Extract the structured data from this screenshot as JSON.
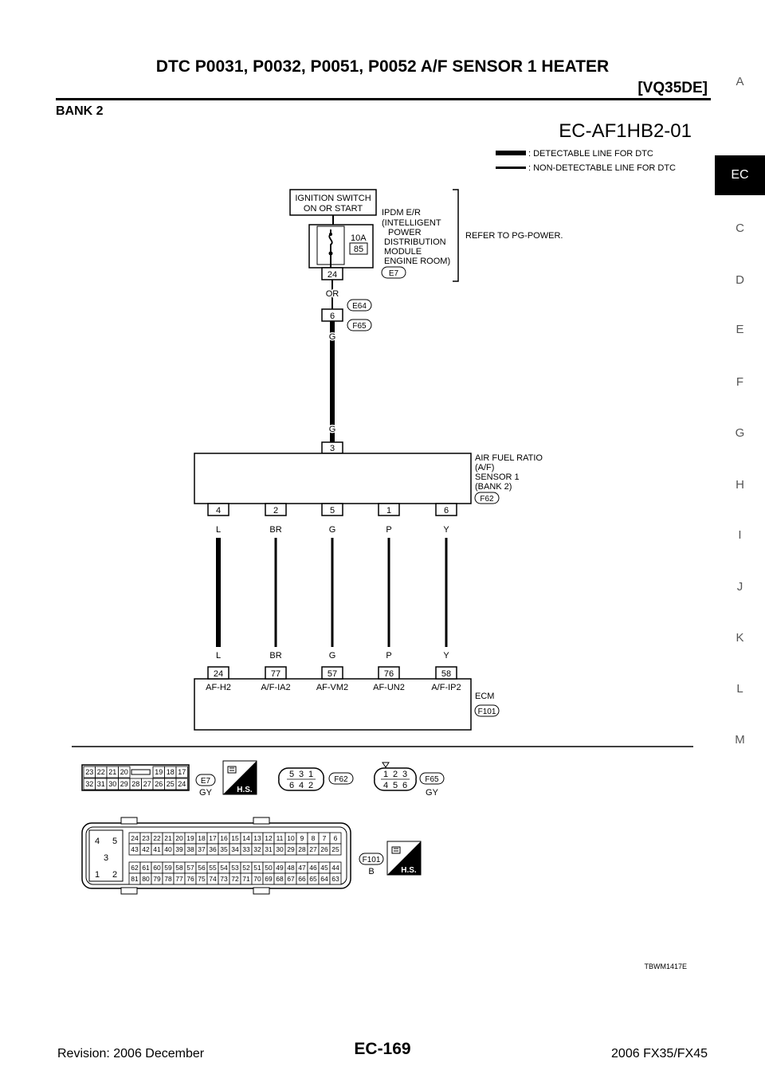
{
  "header": {
    "title": "DTC P0031, P0032, P0051, P0052 A/F SENSOR 1 HEATER",
    "engine": "[VQ35DE]"
  },
  "section": "BANK 2",
  "side_index": {
    "items": [
      "A",
      "EC",
      "C",
      "D",
      "E",
      "F",
      "G",
      "H",
      "I",
      "J",
      "K",
      "L",
      "M"
    ],
    "active": "EC"
  },
  "diagram": {
    "id": "EC-AF1HB2-01",
    "legend": {
      "detectable": ": DETECTABLE LINE FOR DTC",
      "non_detectable": ": NON-DETECTABLE LINE FOR DTC"
    },
    "ign_switch": [
      "IGNITION SWITCH",
      "ON OR START"
    ],
    "fuse": {
      "rating": "10A",
      "number": "85"
    },
    "ipdm": [
      "IPDM E/R",
      "(INTELLIGENT",
      "POWER",
      "DISTRIBUTION",
      "MODULE",
      "ENGINE ROOM)"
    ],
    "refer": "REFER TO PG-POWER.",
    "ipdm_pin": "24",
    "ipdm_conn": "E7",
    "wire_or": "OR",
    "joint_pin": "6",
    "joint_conn_top": "E64",
    "joint_conn_bottom": "F65",
    "wire_g_upper": "G",
    "wire_g_lower": "G",
    "sensor_top_pin": "3",
    "sensor": [
      "AIR FUEL RATIO",
      "(A/F)",
      "SENSOR 1",
      "(BANK 2)"
    ],
    "sensor_conn": "F62",
    "sensor_pins": [
      "4",
      "2",
      "5",
      "1",
      "6"
    ],
    "wire_colors": [
      "L",
      "BR",
      "G",
      "P",
      "Y"
    ],
    "ecm_pins": [
      "24",
      "77",
      "57",
      "76",
      "58"
    ],
    "ecm_terms": [
      "AF-H2",
      "A/F-IA2",
      "AF-VM2",
      "AF-UN2",
      "A/F-IP2"
    ],
    "ecm": "ECM",
    "ecm_conn": "F101"
  },
  "connectors": {
    "e7": {
      "row1": [
        "23",
        "22",
        "21",
        "20",
        "",
        "19",
        "18",
        "17"
      ],
      "row2": [
        "32",
        "31",
        "30",
        "29",
        "28",
        "27",
        "26",
        "25",
        "24"
      ],
      "label": "E7",
      "color": "GY"
    },
    "hs": "H.S.",
    "f62": {
      "row1": [
        "5",
        "3",
        "1"
      ],
      "row2": [
        "6",
        "4",
        "2"
      ],
      "label": "F62"
    },
    "f65": {
      "row1": [
        "1",
        "2",
        "3"
      ],
      "row2": [
        "4",
        "5",
        "6"
      ],
      "label": "F65",
      "color": "GY"
    },
    "f101": {
      "left": [
        "4",
        "5",
        "3",
        "1",
        "2"
      ],
      "r1": [
        "24",
        "23",
        "22",
        "21",
        "20",
        "19",
        "18",
        "17",
        "16",
        "15",
        "14",
        "13",
        "12",
        "11",
        "10",
        "9",
        "8",
        "7",
        "6"
      ],
      "r2": [
        "43",
        "42",
        "41",
        "40",
        "39",
        "38",
        "37",
        "36",
        "35",
        "34",
        "33",
        "32",
        "31",
        "30",
        "29",
        "28",
        "27",
        "26",
        "25"
      ],
      "r3": [
        "62",
        "61",
        "60",
        "59",
        "58",
        "57",
        "56",
        "55",
        "54",
        "53",
        "52",
        "51",
        "50",
        "49",
        "48",
        "47",
        "46",
        "45",
        "44"
      ],
      "r4": [
        "81",
        "80",
        "79",
        "78",
        "77",
        "76",
        "75",
        "74",
        "73",
        "72",
        "71",
        "70",
        "69",
        "68",
        "67",
        "66",
        "65",
        "64",
        "63"
      ],
      "label": "F101",
      "color": "B"
    }
  },
  "ref_code": "TBWM1417E",
  "footer": {
    "revision": "Revision: 2006 December",
    "page": "EC-169",
    "model": "2006 FX35/FX45"
  }
}
